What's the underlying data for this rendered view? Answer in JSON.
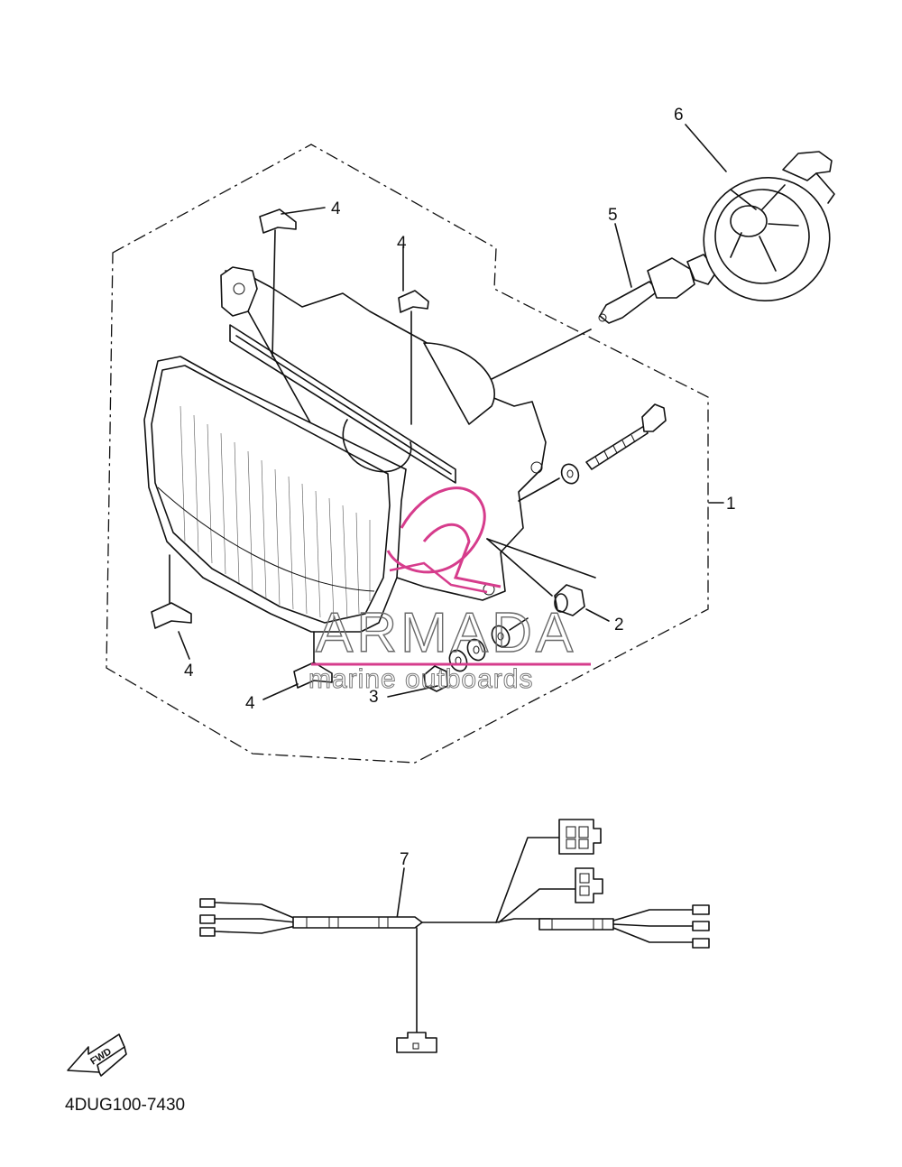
{
  "diagram": {
    "callouts": [
      {
        "id": "1",
        "label": "1"
      },
      {
        "id": "2",
        "label": "2"
      },
      {
        "id": "3",
        "label": "3"
      },
      {
        "id": "4a",
        "label": "4"
      },
      {
        "id": "4b",
        "label": "4"
      },
      {
        "id": "4c",
        "label": "4"
      },
      {
        "id": "4d",
        "label": "4"
      },
      {
        "id": "5",
        "label": "5"
      },
      {
        "id": "6",
        "label": "6"
      },
      {
        "id": "7",
        "label": "7"
      }
    ],
    "fwd_label": "FWD",
    "diagram_code": "4DUG100-7430"
  },
  "watermark": {
    "brand": "ARMADA",
    "tagline": "marine outboards",
    "accent_color": "#d63c8c"
  }
}
